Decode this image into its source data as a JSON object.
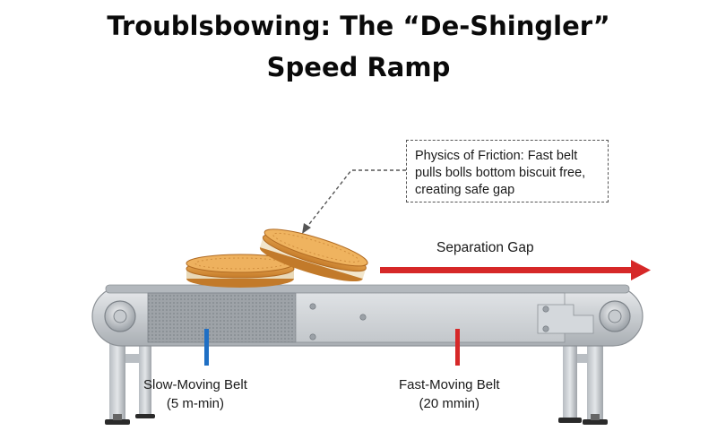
{
  "title": {
    "line1": "Troublsbowing: The “De-Shingler”",
    "line2": "Speed Ramp"
  },
  "callout": {
    "text": "Physics of Friction: Fast belt pulls bolls bottom biscuit free, creating safe gap"
  },
  "separation": {
    "label": "Separation Gap",
    "arrow_color": "#d62828"
  },
  "slow_belt": {
    "label": "Slow-Moving Belt",
    "speed": "(5 m-min)",
    "marker_color": "#1f6fc4"
  },
  "fast_belt": {
    "label": "Fast-Moving Belt",
    "speed": "(20 mmin)",
    "marker_color": "#d62828"
  },
  "icons": {
    "biscuit": "sandwich-biscuit-icon",
    "conveyor": "conveyor-belt-icon"
  }
}
